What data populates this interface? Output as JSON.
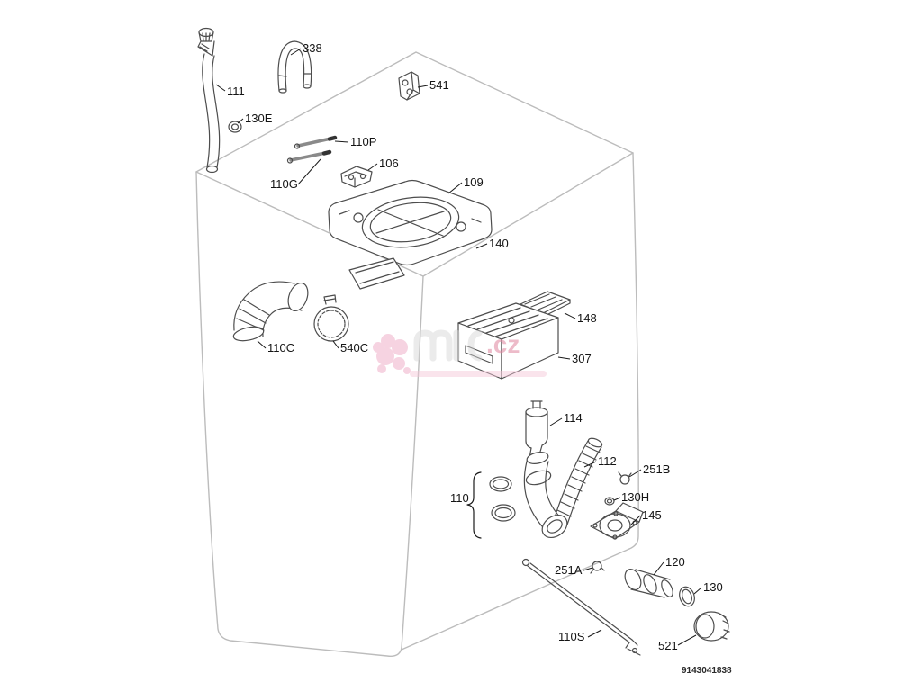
{
  "diagram": {
    "doc_number": "9143041838",
    "watermark": {
      "brand_suffix": ".cz"
    },
    "colors": {
      "cabinet_line": "#bcbcbc",
      "part_line": "#4d4d4d",
      "label_text": "#141414",
      "watermark_pink": "#e0849e"
    },
    "labels": [
      {
        "text": "338"
      },
      {
        "text": "111"
      },
      {
        "text": "541"
      },
      {
        "text": "130E"
      },
      {
        "text": "110P"
      },
      {
        "text": "106"
      },
      {
        "text": "110G"
      },
      {
        "text": "109"
      },
      {
        "text": "140"
      },
      {
        "text": "148"
      },
      {
        "text": "110C"
      },
      {
        "text": "540C"
      },
      {
        "text": "307"
      },
      {
        "text": "114"
      },
      {
        "text": "112"
      },
      {
        "text": "251B"
      },
      {
        "text": "110"
      },
      {
        "text": "130H"
      },
      {
        "text": "145"
      },
      {
        "text": "251A"
      },
      {
        "text": "120"
      },
      {
        "text": "130"
      },
      {
        "text": "110S"
      },
      {
        "text": "521"
      }
    ]
  }
}
